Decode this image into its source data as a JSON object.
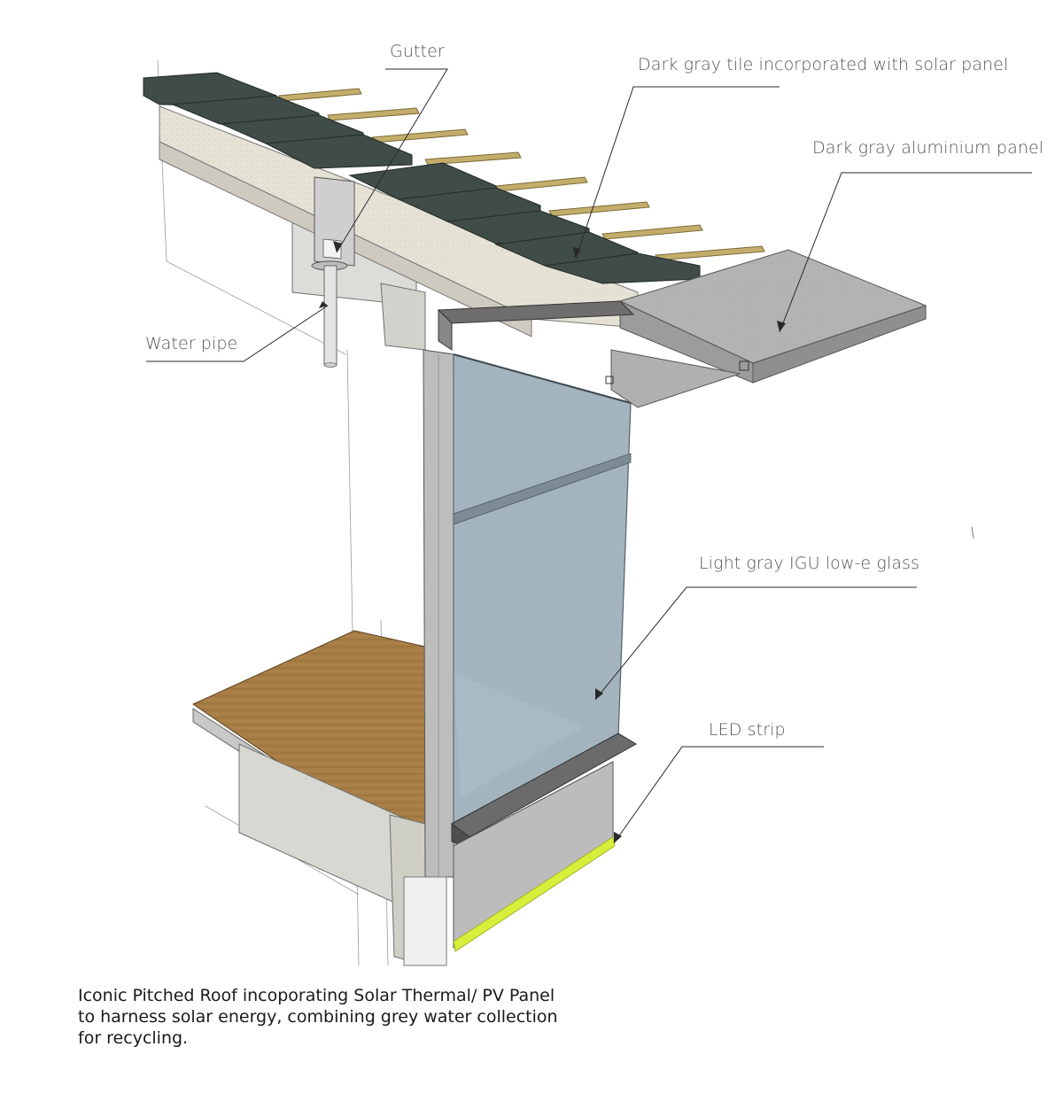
{
  "labels": {
    "gutter": "Gutter",
    "tile": "Dark gray tile incorporated with solar panel",
    "aluminium": "Dark gray aluminium panel",
    "water_pipe": "Water pipe",
    "glass": "Light gray IGU low-e glass",
    "led": "LED strip"
  },
  "caption": {
    "line1": "Iconic Pitched Roof incoporating Solar Thermal/ PV Panel",
    "line2": "to harness solar energy, combining grey water collection",
    "line3": "for recycling."
  },
  "colors": {
    "tile": "#3d4a46",
    "glass": "#9fb1bc",
    "led": "#d7ef3a",
    "wood": "#a57c45",
    "aluminium": "#a8a8a8"
  }
}
